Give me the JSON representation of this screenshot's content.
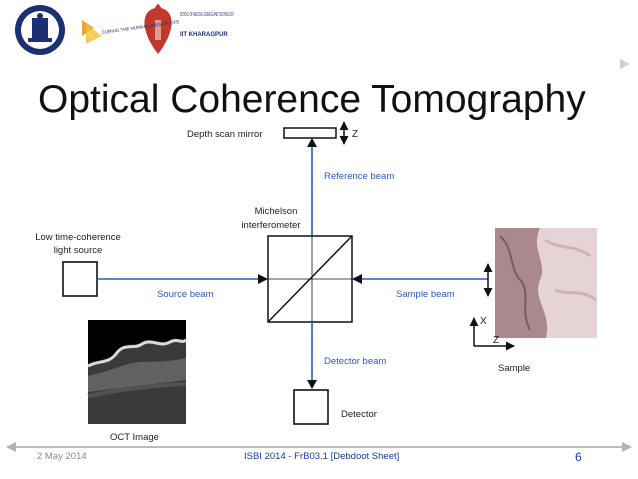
{
  "slide": {
    "title": "Optical Coherence Tomography",
    "logo_text": {
      "school_name": "SCHOOL OF MEDICAL SCIENCE AND TECHNOLOGY",
      "institute": "IIT KHARAGPUR",
      "tagline": "CURING THE HUMAN LINES OF LIFE"
    }
  },
  "diagram": {
    "depth_scan_mirror": "Depth scan mirror",
    "mirror_axis": "Z",
    "reference_beam": "Reference beam",
    "michelson_line1": "Michelson",
    "michelson_line2": "interferometer",
    "source_line1": "Low time-coherence",
    "source_line2": "light source",
    "source_beam": "Source beam",
    "sample_beam": "Sample beam",
    "axis_x": "X",
    "axis_z": "Z",
    "detector_beam": "Detector beam",
    "detector": "Detector",
    "sample": "Sample",
    "oct_image": "OCT Image"
  },
  "footer": {
    "date": "2 May 2014",
    "conference": "ISBI 2014 - FrB03.1 [Debdoot Sheet]",
    "page": "6"
  },
  "colors": {
    "beam_blue": "#2d57c8",
    "footer_navy": "#1a3aa0",
    "logo_navy": "#1c2f73",
    "heart_red": "#c0392b"
  }
}
